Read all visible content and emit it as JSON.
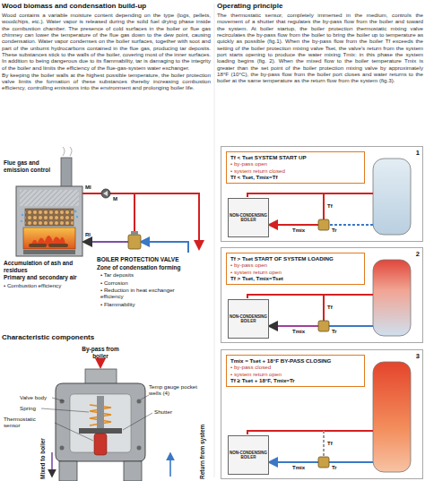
{
  "diagram": {
    "nodes": [
      {
        "text": [
          "1"
        ]
      },
      {
        "text": [
          "Tf < Tset SYSTEM START UP",
          "• by-pass open",
          "• system return closed",
          "Tf < Tset, Tmix=Tf"
        ],
        "in": 0
      },
      {
        "text": [
          "NON-CONDENSING BOILER"
        ],
        "in": 0
      },
      {
        "text": [
          "2"
        ]
      },
      {
        "text": [
          "Tf > Tset START OF SYSTEM LOADING",
          "• by-pass open",
          "• system return open",
          "Tf > Tset, Tmix=Tset"
        ],
        "in": 3
      },
      {
        "text": [
          "NON-CONDENSING BOILER"
        ],
        "in": 3
      },
      {
        "text": [
          "3"
        ]
      },
      {
        "text": [
          "Tmix = Tset + 18°F BY-PASS CLOSING",
          "• by-pass closed",
          "• system return open",
          "Tf ≥ Tset + 18°F, Tmix=Tr"
        ],
        "in": 6
      },
      {
        "text": [
          "NON-CONDENSING BOILER"
        ],
        "in": 6
      }
    ],
    "labels": [
      "Wood biomass and condensation build-up",
      "Wood contains a variable moisture content depending on the type (logs, pellets, woodchips, etc.). Water vapor is released during the solid fuel drying phase inside the combustion chamber. The presence of cold surfaces in the boiler or flue gas chimney can lower the temperature of the flue gas down to the dew point, causing condensation. Water vapor condenses on the boiler surfaces, together with soot and part of the unburnt hydrocarbons contained in the flue gas, producing tar deposits. These substances stick to the walls of the boiler, covering most of the inner surfaces. In addition to being dangerous due to its flammability, tar is damaging to the integrity of the boiler and limits the efficiency of the flue-gas-system water exchanger.",
      "By keeping the boiler walls at the highest possible temperature, the boiler protection valve limits the formation of these substances thereby increasing combustion efficiency, controlling emissions into the environment and prolonging boiler life.",
      "Flue gas and emission control",
      "MI",
      "M",
      "RI",
      "Accumulation of ash and residues",
      "Primary and secondary air",
      "• Combustion efficiency",
      "BOILER PROTECTION VALVE",
      "Zone of condensation forming",
      "• Tar deposits",
      "• Corrosion",
      "• Reduction in heat exchanger efficiency",
      "• Flammability",
      "Characteristic components",
      "By-pass from boiler",
      "Temp gauge pocket wells (4)",
      "Valve body",
      "Spring",
      "Shutter",
      "Thermostatic sensor",
      "Mixed to boiler",
      "Return from system",
      "Operating principle",
      "The thermostatic sensor, completely immersed in the medium, controls the movement of a shutter that regulates the by-pass flow from the boiler and toward the system. At boiler startup, the boiler protection thermostatic mixing valve recirculates the by-pass flow from the boiler to bring the boiler up to temperature as quickly as possible (fig.1). When the by-pass flow from the boiler Tf exceeds the setting of the boiler protection mixing valve Tset, the valve's return from the system port starts opening to produce the water mixing Tmix: in this phase the system loading begins (fig. 2). When the mixed flow to the boiler temperature Tmix is greater than the set point of the boiler protection mixing valve by approximately 18°F (10°C), the by-pass flow from the boiler port closes and water returns to the boiler at the same temperature as the return flow from the system (fig.3).",
      "Tf",
      "Tmix",
      "Tr",
      "Tf",
      "Tmix",
      "Tr",
      "Tf",
      "Tmix",
      "Tr"
    ]
  }
}
